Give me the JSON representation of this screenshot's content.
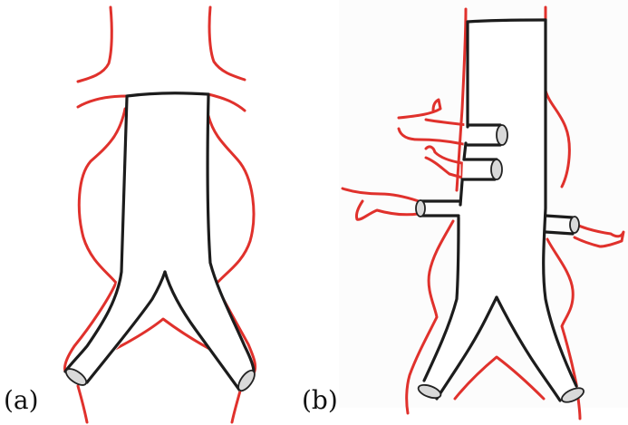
{
  "panels": [
    {
      "id": "a",
      "label": "(a)"
    },
    {
      "id": "b",
      "label": "(b)"
    }
  ],
  "colors": {
    "aorta_outline": "#e0312c",
    "stent_graft_outline": "#1c1c1c",
    "graft_end_cap": "#d9d9d9"
  }
}
